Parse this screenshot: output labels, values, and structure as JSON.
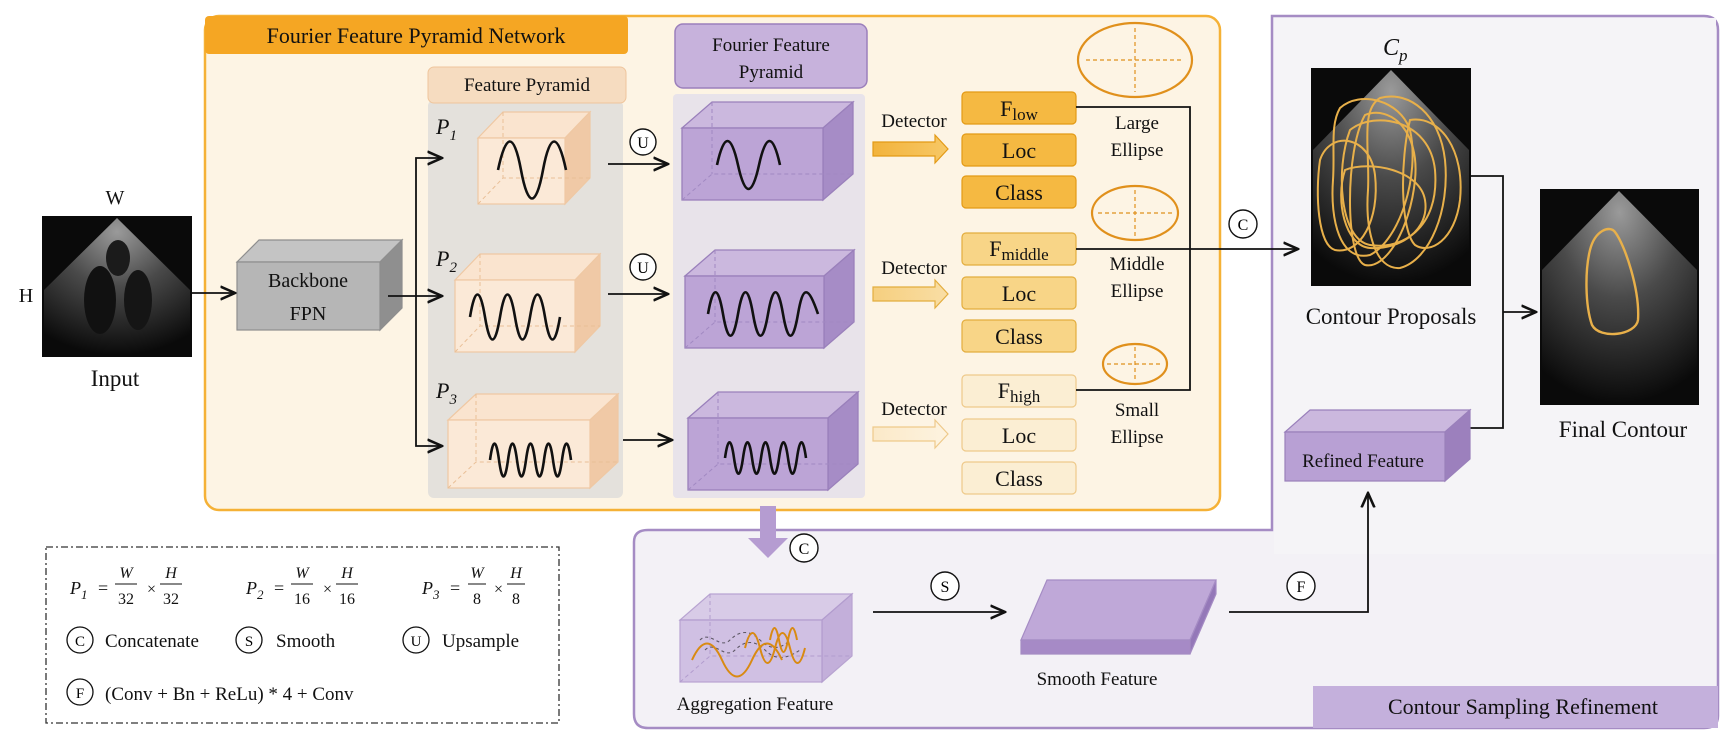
{
  "titles": {
    "ffpn": "Fourier Feature Pyramid Network",
    "feature_pyramid": "Feature Pyramid",
    "fourier_feature_pyramid_l1": "Fourier Feature",
    "fourier_feature_pyramid_l2": "Pyramid",
    "csr": "Contour Sampling Refinement"
  },
  "input": {
    "w": "W",
    "h": "H",
    "label": "Input"
  },
  "backbone": {
    "line1": "Backbone",
    "line2": "FPN"
  },
  "levels": {
    "p": "P",
    "subs": [
      "1",
      "2",
      "3"
    ]
  },
  "upsample_tag": "U",
  "concat_tag": "C",
  "smooth_tag": "S",
  "f_tag": "F",
  "detector": "Detector",
  "heads": [
    {
      "f_main": "F",
      "f_sub": "low",
      "loc": "Loc",
      "cls": "Class",
      "fill": "#f5b942",
      "fill2": "#f5b942",
      "stroke": "#e39a16"
    },
    {
      "f_main": "F",
      "f_sub": "middle",
      "loc": "Loc",
      "cls": "Class",
      "fill": "#f8d587",
      "fill2": "#f8d587",
      "stroke": "#e3ad3e"
    },
    {
      "f_main": "F",
      "f_sub": "high",
      "loc": "Loc",
      "cls": "Class",
      "fill": "#fbeed3",
      "fill2": "#fbeed3",
      "stroke": "#eec98a"
    }
  ],
  "ellipses": [
    {
      "l1": "Large",
      "l2": "Ellipse"
    },
    {
      "l1": "Middle",
      "l2": "Ellipse"
    },
    {
      "l1": "Small",
      "l2": "Ellipse"
    }
  ],
  "contour_proposals": {
    "symbol": "C",
    "sub": "p",
    "label": "Contour Proposals"
  },
  "final_contour": "Final Contour",
  "refined_feature": "Refined Feature",
  "aggregation_feature": "Aggregation Feature",
  "smooth_feature": "Smooth Feature",
  "legend": {
    "formulas": [
      {
        "p": "P",
        "sub": "1",
        "num": "W",
        "den1": "32",
        "den2": "32",
        "num2": "H"
      },
      {
        "p": "P",
        "sub": "2",
        "num": "W",
        "den1": "16",
        "den2": "16",
        "num2": "H"
      },
      {
        "p": "P",
        "sub": "3",
        "num": "W",
        "den1": "8",
        "den2": "8",
        "num2": "H"
      }
    ],
    "eq": "=",
    "times": "×",
    "items": [
      {
        "tag": "C",
        "label": "Concatenate"
      },
      {
        "tag": "S",
        "label": "Smooth"
      },
      {
        "tag": "U",
        "label": "Upsample"
      },
      {
        "tag": "F",
        "label": "(Conv + Bn + ReLu) * 4 + Conv"
      }
    ]
  },
  "colors": {
    "orange": "#f5a623",
    "orange_light": "#fdf4e4",
    "purple": "#b9a0d2",
    "purple_dark": "#9f82be",
    "purple_frame": "#a58cc4",
    "gray_panel": "#e4e1dc",
    "contour_yellow": "#e8b04a"
  }
}
